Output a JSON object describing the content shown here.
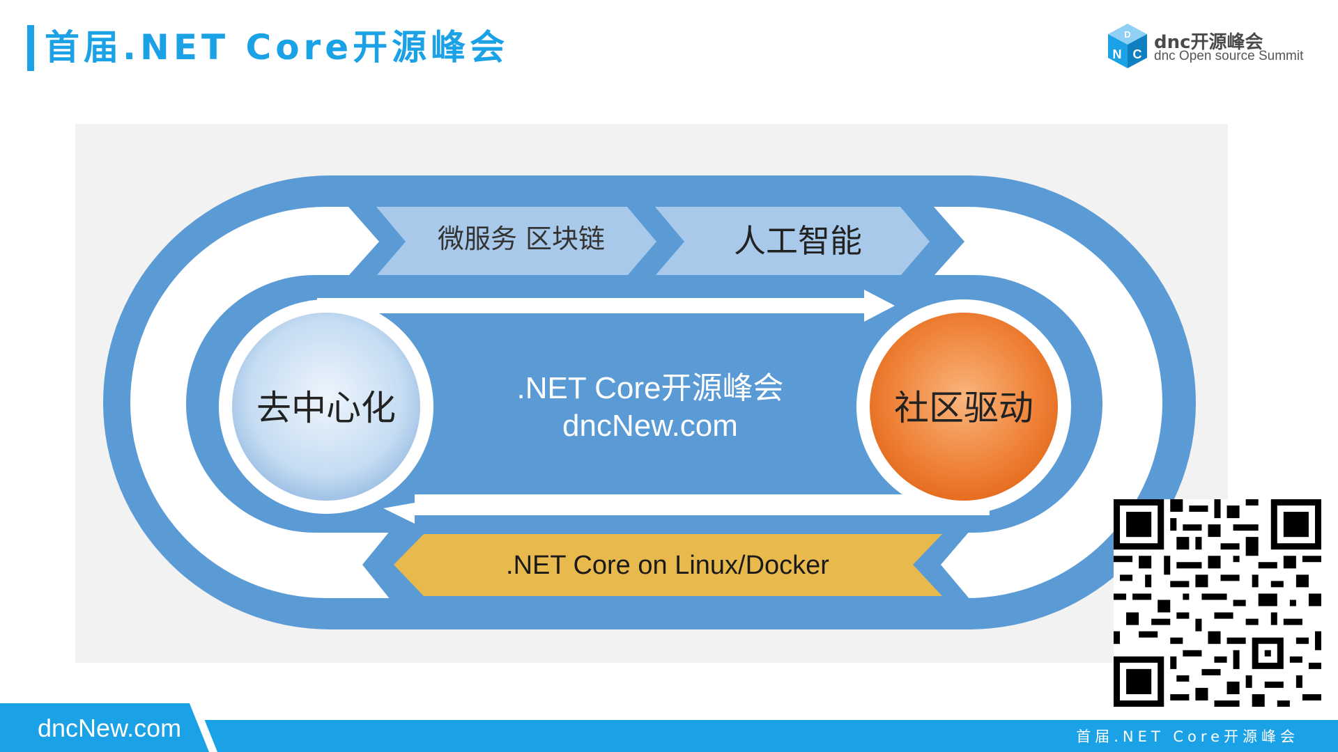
{
  "header": {
    "title": "首届.NET Core开源峰会"
  },
  "logo": {
    "title": "dnc开源峰会",
    "subtitle": "dnc Open source Summit",
    "cube_letters": [
      "D",
      "N",
      "C"
    ]
  },
  "diagram": {
    "top_bands": [
      "微服务 区块链",
      "人工智能"
    ],
    "left_circle": "去中心化",
    "right_circle": "社区驱动",
    "center_line1": ".NET Core开源峰会",
    "center_line2": "dncNew.com",
    "bottom_band": ".NET Core on Linux/Docker"
  },
  "footer": {
    "site": "dncNew.com",
    "title": "首届.NET Core开源峰会"
  },
  "colors": {
    "brand_blue": "#1aa1e6",
    "ring_blue": "#5b9bd5",
    "band_light_blue": "#a9c9ea",
    "band_gold": "#e8b94c",
    "circle_orange": "#ee7b2e",
    "circle_light_blue": "#bcd6ef"
  },
  "icons": {
    "logo": "dnc-cube-logo-icon",
    "qr": "qr-code-icon"
  }
}
